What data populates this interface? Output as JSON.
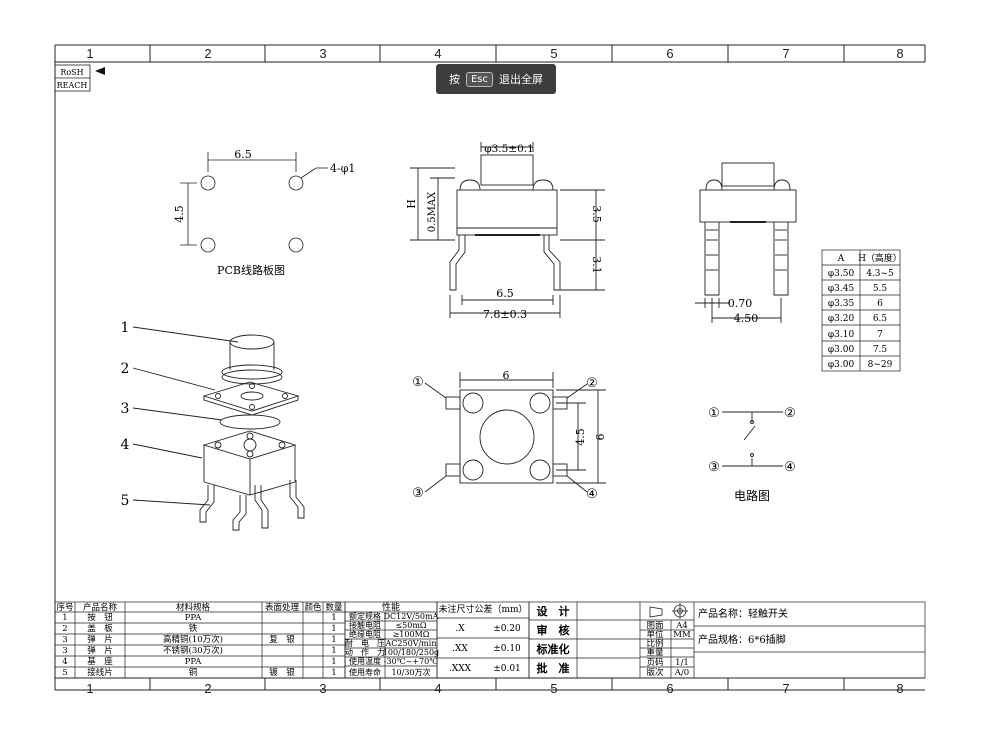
{
  "ruler": {
    "columns": [
      "1",
      "2",
      "3",
      "4",
      "5",
      "6",
      "7",
      "8"
    ]
  },
  "compliance": {
    "rosh": "RoSH",
    "reach": "REACH"
  },
  "toolbar": {
    "press": "按",
    "esc": "Esc",
    "exit": "退出全屏"
  },
  "pcb": {
    "title": "PCB线路板图",
    "dim_w": "6.5",
    "dim_h": "4.5",
    "holes": "4-φ1"
  },
  "front_view": {
    "dim_cap": "φ3.5±0.1",
    "dim_h_label": "H",
    "dim_max": "0.5MAX",
    "dim_35": "3.5",
    "dim_31": "3.1",
    "dim_65": "6.5",
    "dim_78": "7.8±0.3"
  },
  "side_view": {
    "dim_070": "0.70",
    "dim_450": "4.50"
  },
  "height_table": {
    "headers": [
      "A",
      "H（高度）"
    ],
    "rows": [
      [
        "φ3.50",
        "4.3~5"
      ],
      [
        "φ3.45",
        "5.5"
      ],
      [
        "φ3.35",
        "6"
      ],
      [
        "φ3.20",
        "6.5"
      ],
      [
        "φ3.10",
        "7"
      ],
      [
        "φ3.00",
        "7.5"
      ],
      [
        "φ3.00",
        "8~29"
      ]
    ]
  },
  "exploded": {
    "labels": [
      "1",
      "2",
      "3",
      "4",
      "5"
    ]
  },
  "top_view": {
    "dim_6_top": "6",
    "dim_45": "4.5",
    "dim_6_right": "6",
    "pins": [
      "①",
      "②",
      "③",
      "④"
    ]
  },
  "circuit": {
    "title": "电路图",
    "pins": [
      "①",
      "②",
      "③",
      "④"
    ]
  },
  "bom": {
    "headers": [
      "序号",
      "产品名称",
      "材料规格",
      "表面处理",
      "颜色",
      "数量"
    ],
    "rows": [
      [
        "1",
        "按　钮",
        "PPA",
        "",
        "",
        "1"
      ],
      [
        "2",
        "盖　板",
        "铁",
        "",
        "",
        "1"
      ],
      [
        "3",
        "弹　片",
        "高精铜(10万次)",
        "复　银",
        "",
        "1"
      ],
      [
        "3",
        "弹　片",
        "不锈钢(30万次)",
        "",
        "",
        "1"
      ],
      [
        "4",
        "基　座",
        "PPA",
        "",
        "",
        "1"
      ],
      [
        "5",
        "接线片",
        "铜",
        "镀　银",
        "",
        "1"
      ]
    ]
  },
  "performance": {
    "header": "性能",
    "rows": [
      [
        "额定规格",
        "DC12V/50mA"
      ],
      [
        "接触电阻",
        "≤50mΩ"
      ],
      [
        "绝缘电阻",
        "≥100MΩ"
      ],
      [
        "耐　电　压",
        "AC250V/min"
      ],
      [
        "动　作　力",
        "100/180/250g"
      ],
      [
        "使用温度",
        "-30℃~+70℃"
      ],
      [
        "使用寿命",
        "10/30万次"
      ]
    ]
  },
  "tolerance": {
    "header": "未注尺寸公差（mm）",
    "rows": [
      [
        ".X",
        "±0.20"
      ],
      [
        ".XX",
        "±0.10"
      ],
      [
        ".XXX",
        "±0.01"
      ]
    ]
  },
  "approval": {
    "items": [
      "设　计",
      "审　核",
      "标准化",
      "批　准"
    ]
  },
  "title_block": {
    "product_name": "产品名称：轻触开关",
    "product_spec": "产品规格：6*6插脚",
    "fields": [
      [
        "图面",
        "A4"
      ],
      [
        "单位",
        "MM"
      ],
      [
        "比例",
        ""
      ],
      [
        "重量",
        ""
      ],
      [
        "页码",
        "1/1"
      ],
      [
        "版次",
        "A/0"
      ]
    ]
  }
}
